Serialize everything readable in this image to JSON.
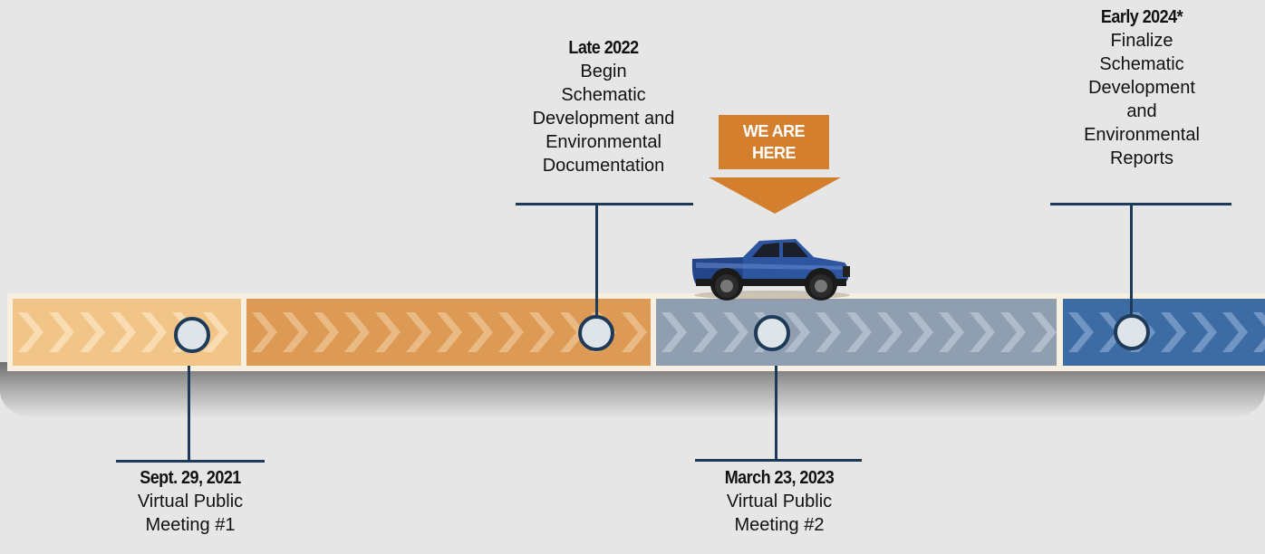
{
  "timeline": {
    "segments": [
      {
        "color": "#f1c488",
        "chevron": "#fbe3bd"
      },
      {
        "color": "#dc9a55",
        "chevron": "#efc596"
      },
      {
        "color": "#8f9eb1",
        "chevron": "#b9c4d2"
      },
      {
        "color": "#3d6ca5",
        "chevron": "#7fa1cb"
      }
    ],
    "line_color": "#1d3a58"
  },
  "milestones": [
    {
      "date": "Sept. 29, 2021",
      "lines": [
        "Virtual Public",
        "Meeting #1"
      ]
    },
    {
      "date": "Late 2022",
      "lines": [
        "Begin",
        "Schematic",
        "Development and",
        "Environmental",
        "Documentation"
      ]
    },
    {
      "date": "March 23, 2023",
      "lines": [
        "Virtual Public",
        "Meeting #2"
      ]
    },
    {
      "date": "Early 2024*",
      "lines": [
        "Finalize",
        "Schematic",
        "Development",
        "and",
        "Environmental",
        "Reports"
      ]
    }
  ],
  "marker": {
    "lines": [
      "WE ARE",
      "HERE"
    ],
    "color": "#d37f2d",
    "vehicle": "pickup-truck-icon"
  }
}
